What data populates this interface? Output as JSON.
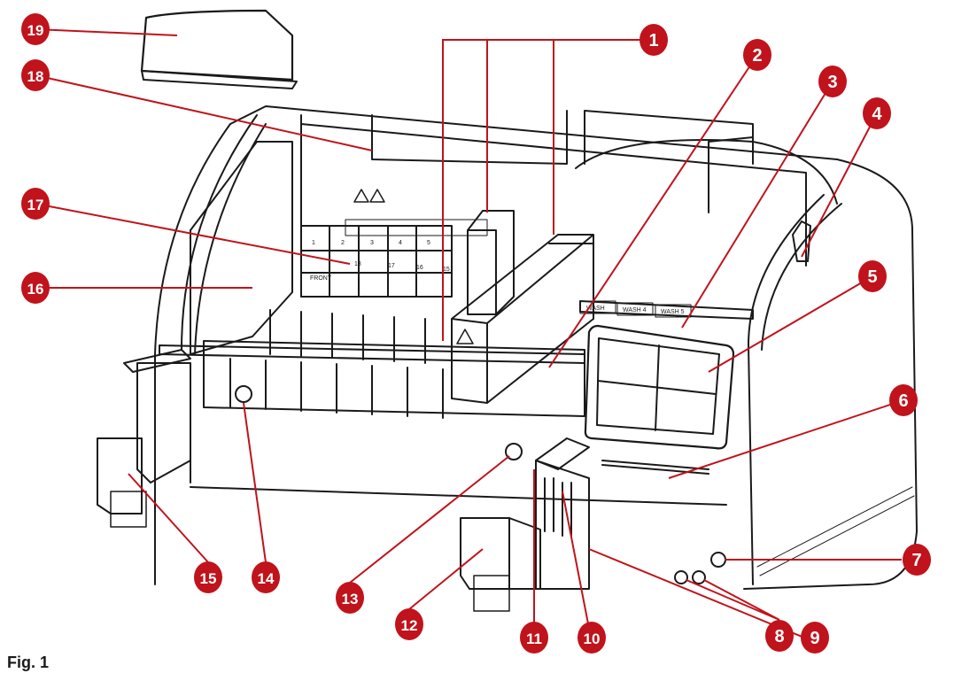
{
  "figure": {
    "caption": "Fig. 1",
    "callout_color": "#c0131b",
    "callout_text_color": "#ffffff",
    "line_color": "#c0131b",
    "drawing_color": "#1a1a1a"
  },
  "callouts": [
    {
      "id": "callout-1",
      "label": "1"
    },
    {
      "id": "callout-2",
      "label": "2"
    },
    {
      "id": "callout-3",
      "label": "3"
    },
    {
      "id": "callout-4",
      "label": "4"
    },
    {
      "id": "callout-5",
      "label": "5"
    },
    {
      "id": "callout-6",
      "label": "6"
    },
    {
      "id": "callout-7",
      "label": "7"
    },
    {
      "id": "callout-8",
      "label": "8"
    },
    {
      "id": "callout-9",
      "label": "9"
    },
    {
      "id": "callout-10",
      "label": "10"
    },
    {
      "id": "callout-11",
      "label": "11"
    },
    {
      "id": "callout-12",
      "label": "12"
    },
    {
      "id": "callout-13",
      "label": "13"
    },
    {
      "id": "callout-14",
      "label": "14"
    },
    {
      "id": "callout-15",
      "label": "15"
    },
    {
      "id": "callout-16",
      "label": "16"
    },
    {
      "id": "callout-17",
      "label": "17"
    },
    {
      "id": "callout-18",
      "label": "18"
    },
    {
      "id": "callout-19",
      "label": "19"
    }
  ],
  "drawing_labels": {
    "slots_top": [
      "1",
      "2",
      "3",
      "4",
      "5"
    ],
    "slots_bottom": [
      "18",
      "17",
      "16",
      "15"
    ],
    "front": "FRONT",
    "wash_labels": [
      "WASH",
      "WASH 4",
      "WASH 5"
    ]
  }
}
